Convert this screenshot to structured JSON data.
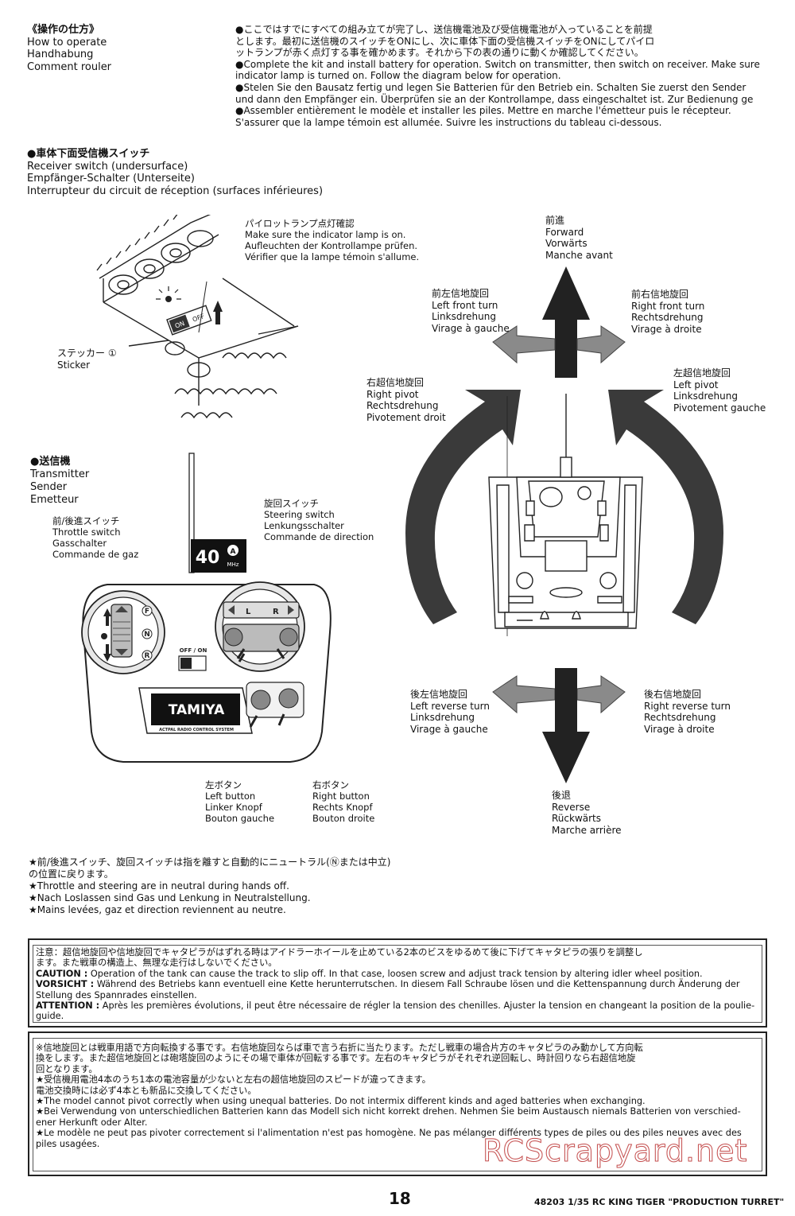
{
  "operate": {
    "heading": [
      "《操作の仕方》",
      "How to operate",
      "Handhabung",
      "Comment rouler"
    ],
    "paragraph": [
      "●ここではすでにすべての組み立てが完了し、送信機電池及び受信機電池が入っていることを前提",
      "とします。最初に送信機のスイッチをONにし、次に車体下面の受信機スイッチをONにしてパイロ",
      "ットランプが赤く点灯する事を確かめます。それから下の表の通りに動くか確認してください。",
      "●Complete the kit and install battery for operation. Switch on transmitter, then switch on receiver. Make sure",
      "indicator lamp is turned on. Follow the diagram below for operation.",
      "●Stelen Sie den Bausatz fertig und legen Sie Batterien für den Betrieb ein. Schalten Sie zuerst den Sender",
      "und dann den Empfänger ein. Überprüfen sie an der Kontrollampe, dass eingeschaltet ist. Zur Bedienung ge",
      "●Assembler entièrement le modèle et installer les piles. Mettre en marche l'émetteur puis le récepteur.",
      "S'assurer que la lampe témoin est allumée. Suivre les instructions du tableau ci-dessous."
    ]
  },
  "receiver": {
    "heading": [
      "●車体下面受信機スイッチ",
      "Receiver switch (undersurface)",
      "Empfänger-Schalter (Unterseite)",
      "Interrupteur du circuit de réception (surfaces inférieures)"
    ],
    "lamp": [
      "パイロットランプ点灯確認",
      "Make sure the indicator lamp is on.",
      "Aufleuchten der Kontrollampe prüfen.",
      "Vérifier que la lampe témoin s'allume."
    ],
    "sticker": [
      "ステッカー ①",
      "Sticker"
    ],
    "switch_on": "ON",
    "switch_off": "OFF"
  },
  "transmitter": {
    "heading": [
      "●送信機",
      "Transmitter",
      "Sender",
      "Emetteur"
    ],
    "throttle": [
      "前/後進スイッチ",
      "Throttle switch",
      "Gasschalter",
      "Commande de gaz"
    ],
    "steering": [
      "旋回スイッチ",
      "Steering switch",
      "Lenkungsschalter",
      "Commande de direction"
    ],
    "left_button": [
      "左ボタン",
      "Left button",
      "Linker Knopf",
      "Bouton gauche"
    ],
    "right_button": [
      "右ボタン",
      "Right button",
      "Rechts Knopf",
      "Bouton droite"
    ],
    "freq": "40",
    "freq_unit": "MHz",
    "freq_band": "A",
    "brand": "TAMIYA",
    "brand_sub": "ACTPAL RADIO CONTROL SYSTEM",
    "power": "OFF / ON",
    "steer_l": "L",
    "steer_r": "R",
    "fnr": [
      "F",
      "N",
      "R"
    ]
  },
  "directions": {
    "forward": [
      "前進",
      "Forward",
      "Vorwärts",
      "Manche avant"
    ],
    "left_front": [
      "前左信地旋回",
      "Left front turn",
      "Linksdrehung",
      "Virage à gauche"
    ],
    "right_front": [
      "前右信地旋回",
      "Right front turn",
      "Rechtsdrehung",
      "Virage à droite"
    ],
    "right_pivot": [
      "右超信地旋回",
      "Right pivot",
      "Rechtsdrehung",
      "Pivotement droit"
    ],
    "left_pivot": [
      "左超信地旋回",
      "Left pivot",
      "Linksdrehung",
      "Pivotement gauche"
    ],
    "left_reverse": [
      "後左信地旋回",
      "Left reverse turn",
      "Linksdrehung",
      "Virage à gauche"
    ],
    "right_reverse": [
      "後右信地旋回",
      "Right reverse turn",
      "Rechtsdrehung",
      "Virage à droite"
    ],
    "reverse": [
      "後退",
      "Reverse",
      "Rückwärts",
      "Marche arrière"
    ]
  },
  "neutral_notes": [
    "★前/後進スイッチ、旋回スイッチは指を離すと自動的にニュートラル(Ⓝまたは中立)",
    "の位置に戻ります。",
    "★Throttle and steering are in neutral during hands off.",
    "★Nach Loslassen sind Gas und Lenkung in Neutralstellung.",
    "★Mains levées, gaz et direction reviennent au neutre."
  ],
  "caution": {
    "jp": [
      "注意：超信地旋回や信地旋回でキャタピラがはずれる時はアイドラーホイールを止めている2本のビスをゆるめて後に下げてキャタピラの張りを調整し",
      "ます。また戦車の構造上、無理な走行はしないでください。"
    ],
    "en_label": "CAUTION :",
    "en": "Operation of the tank can cause the track to slip off. In that case, loosen screw and adjust track tension by altering idler wheel position.",
    "de_label": "VORSICHT :",
    "de": [
      "Während des Betriebs kann eventuell eine Kette herunterrutschen. In diesem Fall Schraube lösen und die Kettenspannung durch Änderung der",
      "Stellung des Spannrades einstellen."
    ],
    "fr_label": "ATTENTION :",
    "fr": [
      "Après les premières évolutions, il peut être nécessaire de régler la tension des chenilles. Ajuster la tension en changeant la position de la poulie-",
      "guide."
    ]
  },
  "battery_note": [
    "※信地旋回とは戦車用語で方向転換する事です。右信地旋回ならば車で言う右折に当たります。ただし戦車の場合片方のキャタピラのみ動かして方向転",
    "換をします。また超信地旋回とは砲塔旋回のようにその場で車体が回転する事です。左右のキャタピラがそれぞれ逆回転し、時計回りなら右超信地旋",
    "回となります。",
    "★受信機用電池4本のうち1本の電池容量が少ないと左右の超信地旋回のスピードが違ってきます。",
    "電池交換時には必ず4本とも新品に交換してください。",
    "★The model cannot pivot correctly when using unequal batteries. Do not intermix different kinds and aged batteries when exchanging.",
    "★Bei Verwendung von unterschiedlichen Batterien kann das Modell sich nicht korrekt drehen. Nehmen Sie beim Austausch niemals Batterien von verschied-",
    "ener Herkunft oder Alter.",
    "★Le modèle ne peut pas pivoter correctement si l'alimentation n'est pas homogène. Ne pas mélanger différents types de piles ou des piles neuves avec des",
    "piles usagées."
  ],
  "watermark": "RCScrapyard.net",
  "page_number": "18",
  "footer": "48203 1/35 RC KING TIGER \"PRODUCTION TURRET\"",
  "colors": {
    "arrow_dark": "#3a3a3a",
    "arrow_grey": "#8a8a8a",
    "watermark_outline": "#b33333"
  }
}
